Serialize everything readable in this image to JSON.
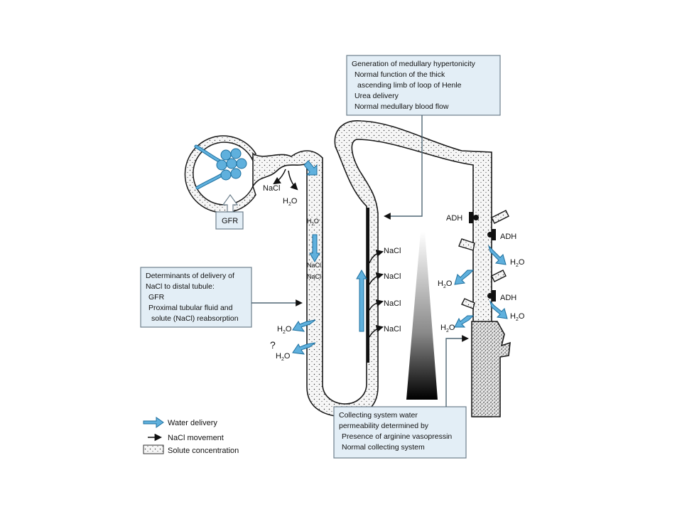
{
  "boxes": {
    "hypertonicity": {
      "title": "Generation of medullary hypertonicity",
      "lines": [
        "Normal function of the thick",
        "ascending limb of loop of Henle",
        "Urea delivery",
        "Normal medullary blood flow"
      ]
    },
    "delivery": {
      "title": "Determinants of delivery of",
      "lines": [
        "NaCl to distal tubule:",
        "GFR",
        "Proximal tubular fluid and",
        "solute (NaCl) reabsorption"
      ]
    },
    "collecting": {
      "title": "Collecting system water",
      "lines": [
        "permeability determined by",
        "Presence of arginine vasopressin",
        "Normal collecting system"
      ]
    },
    "gfr": "GFR"
  },
  "labels": {
    "nacl": "NaCl",
    "h2o_main": "H",
    "h2o_sub": "2",
    "h2o_tail": "O",
    "adh": "ADH",
    "question": "?"
  },
  "legend": {
    "water": "Water delivery",
    "nacl": "NaCl movement",
    "solute": "Solute concentration"
  },
  "colors": {
    "box_fill": "#e3eef6",
    "arrow_blue": "#5fb0dd",
    "tube_fill": "#f4f4f4"
  },
  "icons": [
    "water-arrow-icon",
    "nacl-arrow-icon",
    "adh-receptor-icon",
    "solute-dots-icon",
    "glomerulus-icon"
  ]
}
